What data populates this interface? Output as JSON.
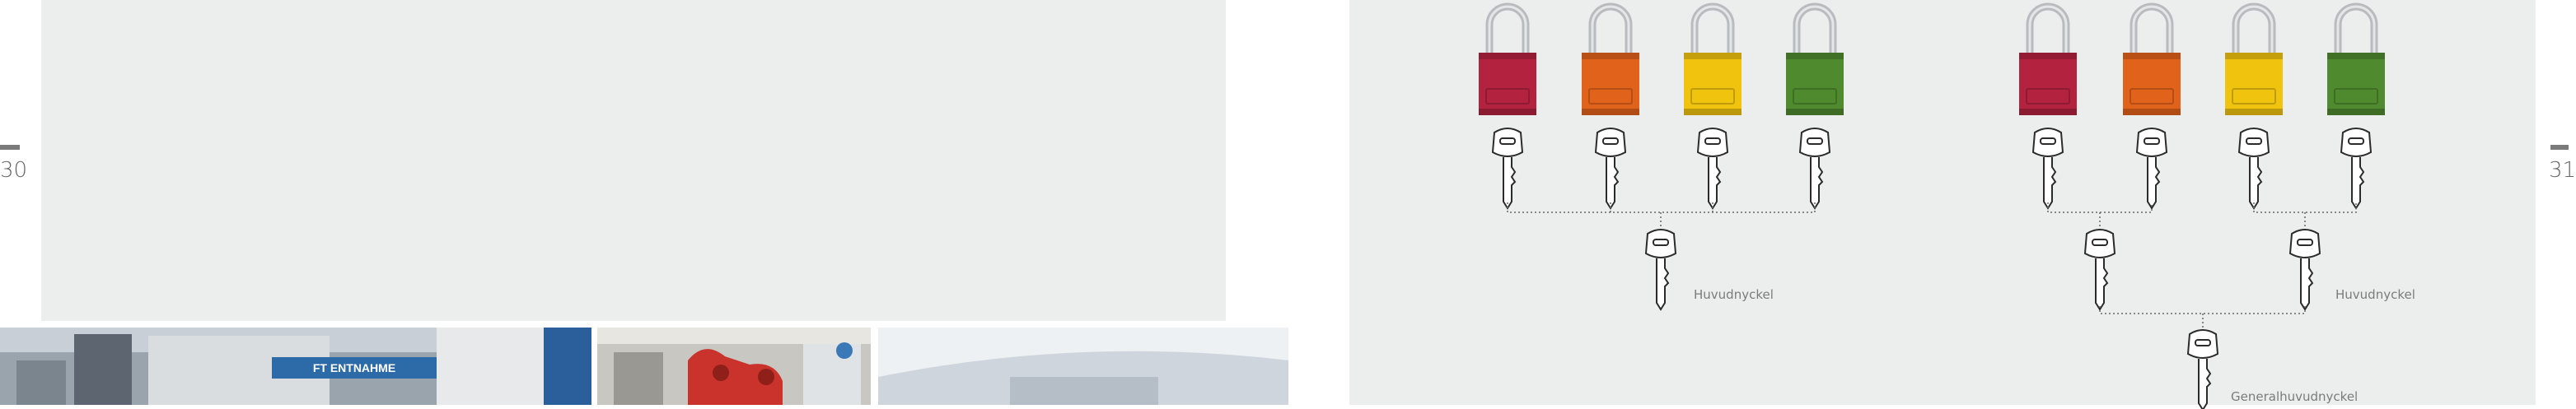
{
  "pages": {
    "left_number": "30",
    "right_number": "31"
  },
  "photo_sign": "FT ENTNAHME",
  "diagram": {
    "padlock_colors": [
      "#b3223f",
      "#e1621a",
      "#f0c30f",
      "#4f8a2e"
    ],
    "master_key_label": "Huvudnyckel",
    "grand_master_label": "Generalhuvudnyckel"
  }
}
